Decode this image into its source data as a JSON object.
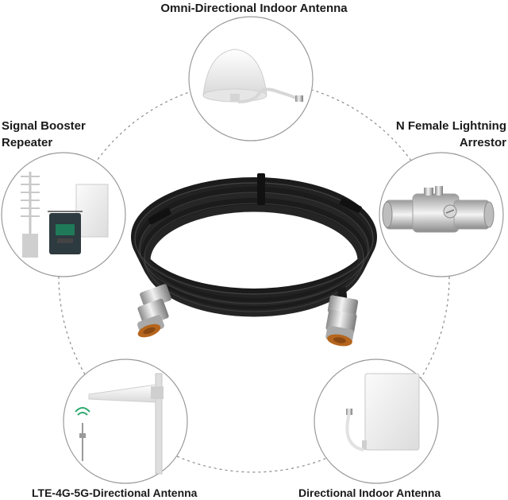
{
  "labels": {
    "omni": "Omni-Directional Indoor Antenna",
    "booster_line1": "Signal Booster",
    "booster_line2": "Repeater",
    "arrestor_line1": "N Female Lightning",
    "arrestor_line2": "Arrestor",
    "lte": "LTE-4G-5G-Directional Antenna",
    "indoor": "Directional Indoor Antenna"
  },
  "colors": {
    "cable": "#1b1b1b",
    "circle_border": "#9a9a9a",
    "dashed_ring": "#8c8c8c",
    "connector_metal": "#c8c8c8",
    "connector_copper": "#b5651d",
    "booster_panel": "#2d3a3f",
    "booster_screen": "#1f7a5a"
  },
  "icons": {
    "center": "coaxial-cable-coil-illustration",
    "omni": "ceiling-dome-antenna-illustration",
    "booster": "signal-booster-kit-illustration",
    "arrestor": "lightning-arrestor-connector-illustration",
    "lte": "log-periodic-antenna-illustration",
    "indoor": "panel-antenna-illustration"
  }
}
